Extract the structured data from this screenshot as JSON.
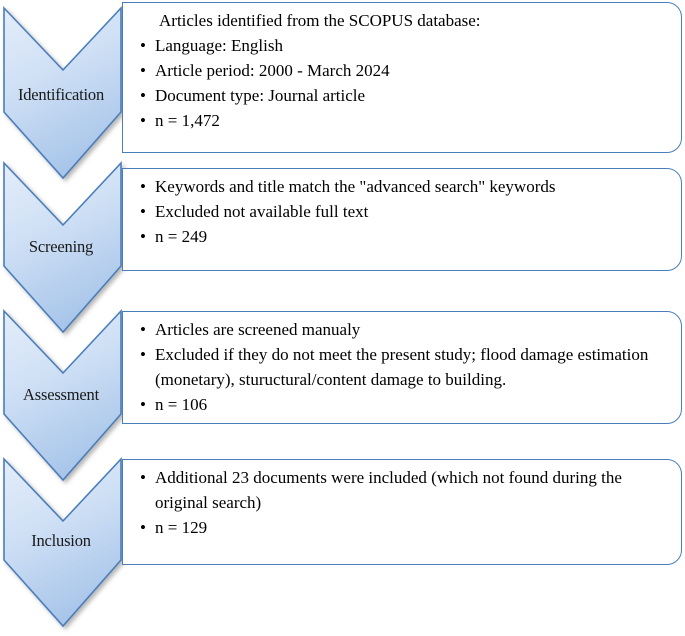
{
  "diagram": {
    "type": "prisma-flow",
    "title": "",
    "colors": {
      "chevron_fill_top": "#dce7f6",
      "chevron_fill_bottom": "#a8c5e8",
      "chevron_stroke": "#4a7ebb",
      "box_stroke": "#4a7ebb",
      "box_fill": "#ffffff",
      "text": "#000000"
    },
    "stages": [
      {
        "label": "Identification",
        "lines": [
          {
            "text": "Articles identified from the SCOPUS database:",
            "bullet": false
          },
          {
            "text": "Language: English",
            "bullet": true
          },
          {
            "text": "Article period: 2000 - March 2024",
            "bullet": true
          },
          {
            "text": "Document type: Journal article",
            "bullet": true
          },
          {
            "text": "n = 1,472",
            "bullet": true
          }
        ]
      },
      {
        "label": "Screening",
        "lines": [
          {
            "text": "Keywords and title match the \"advanced search\" keywords",
            "bullet": true
          },
          {
            "text": "Excluded not available full text",
            "bullet": true
          },
          {
            "text": "n = 249",
            "bullet": true
          }
        ]
      },
      {
        "label": "Assessment",
        "lines": [
          {
            "text": "Articles are screened manualy",
            "bullet": true
          },
          {
            "text": "Excluded if they do not meet the present study; flood damage estimation (monetary), stuructural/content damage to building.",
            "bullet": true
          },
          {
            "text": "n = 106",
            "bullet": true
          }
        ]
      },
      {
        "label": "Inclusion",
        "lines": [
          {
            "text": "Additional 23 documents were included (which not found during the original search)",
            "bullet": true
          },
          {
            "text": "n = 129",
            "bullet": true
          }
        ]
      }
    ]
  }
}
